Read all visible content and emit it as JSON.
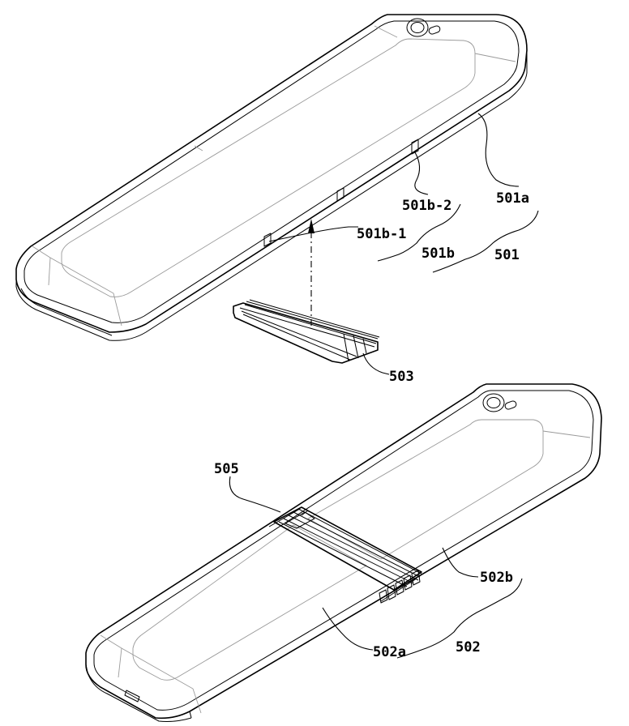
{
  "labels": {
    "l501a": "501a",
    "l501b2": "501b-2",
    "l501b1": "501b-1",
    "l501b": "501b",
    "l501": "501",
    "l503": "503",
    "l505": "505",
    "l502b": "502b",
    "l502a": "502a",
    "l502": "502"
  }
}
